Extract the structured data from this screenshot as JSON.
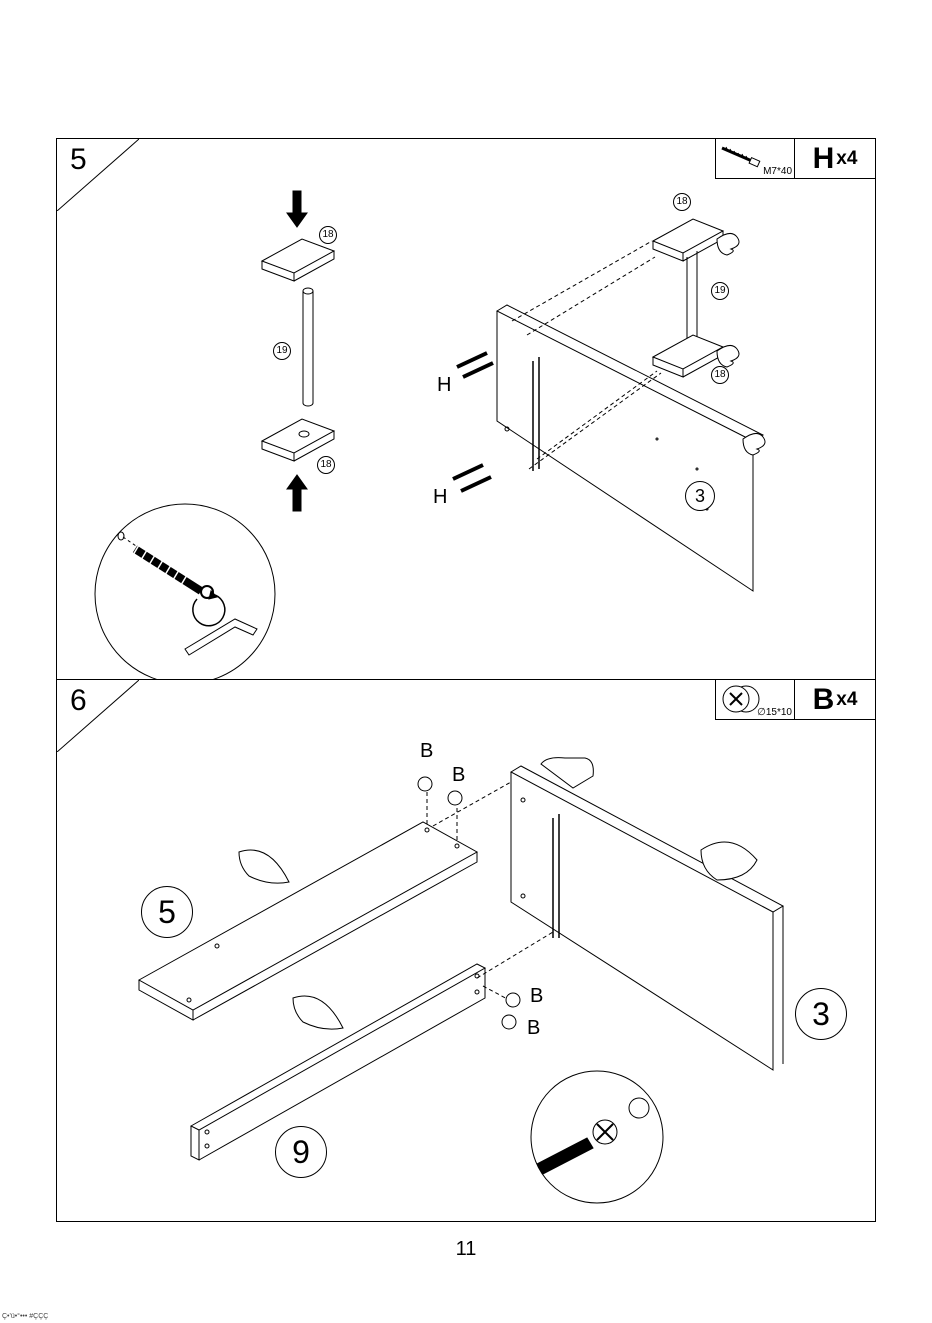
{
  "page_number": "11",
  "footer_text": "Ç•'ü•°••• #ÇÇÇ",
  "steps": [
    {
      "number": "5",
      "hardware": {
        "icon": "cam-bolt-screw-icon",
        "spec": "M7*40",
        "letter": "H",
        "qty": "x4"
      },
      "labels": {
        "screw_a": "H",
        "screw_b": "H"
      },
      "parts": {
        "top_plate": "18",
        "rod": "19",
        "bottom_plate": "18",
        "assy_top_plate": "18",
        "assy_rod": "19",
        "assy_bottom_plate": "18",
        "panel": "3"
      }
    },
    {
      "number": "6",
      "hardware": {
        "icon": "cam-lock-nut-icon",
        "spec": "∅15*10",
        "letter": "B",
        "qty": "x4"
      },
      "labels": {
        "cam_a": "B",
        "cam_b": "B",
        "cam_c": "B",
        "cam_d": "B"
      },
      "parts": {
        "shelf": "5",
        "rail": "9",
        "panel": "3"
      }
    }
  ]
}
